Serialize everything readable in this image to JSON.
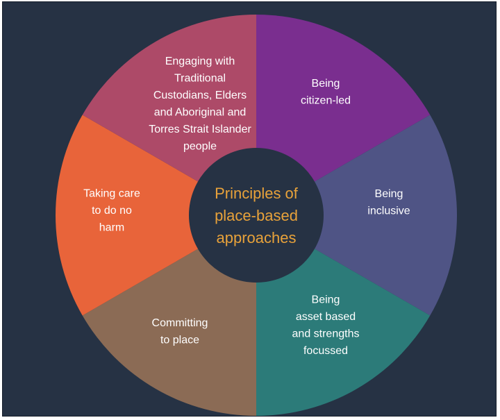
{
  "center": {
    "lines": [
      "Principles of",
      "place-based",
      "approaches"
    ],
    "fill": "#263244",
    "text_color": "#e8a23a"
  },
  "segments": [
    {
      "id": "citizen-led",
      "lines": [
        "Being",
        "citizen-led"
      ],
      "color": "#7a2e8f"
    },
    {
      "id": "inclusive",
      "lines": [
        "Being",
        "inclusive"
      ],
      "color": "#4f5485"
    },
    {
      "id": "asset-based",
      "lines": [
        "Being",
        "asset based",
        "and strengths",
        "focussed"
      ],
      "color": "#2c7b79"
    },
    {
      "id": "committing-to-place",
      "lines": [
        "Committing",
        "to place"
      ],
      "color": "#8b6b55"
    },
    {
      "id": "taking-care",
      "lines": [
        "Taking care",
        "to do no",
        "harm"
      ],
      "color": "#e8643a"
    },
    {
      "id": "engaging-traditional-custodians",
      "lines": [
        "Engaging with",
        "Traditional",
        "Custodians, Elders",
        "and Aboriginal and",
        "Torres Strait Islander",
        "people"
      ],
      "color": "#ad4a68"
    }
  ]
}
